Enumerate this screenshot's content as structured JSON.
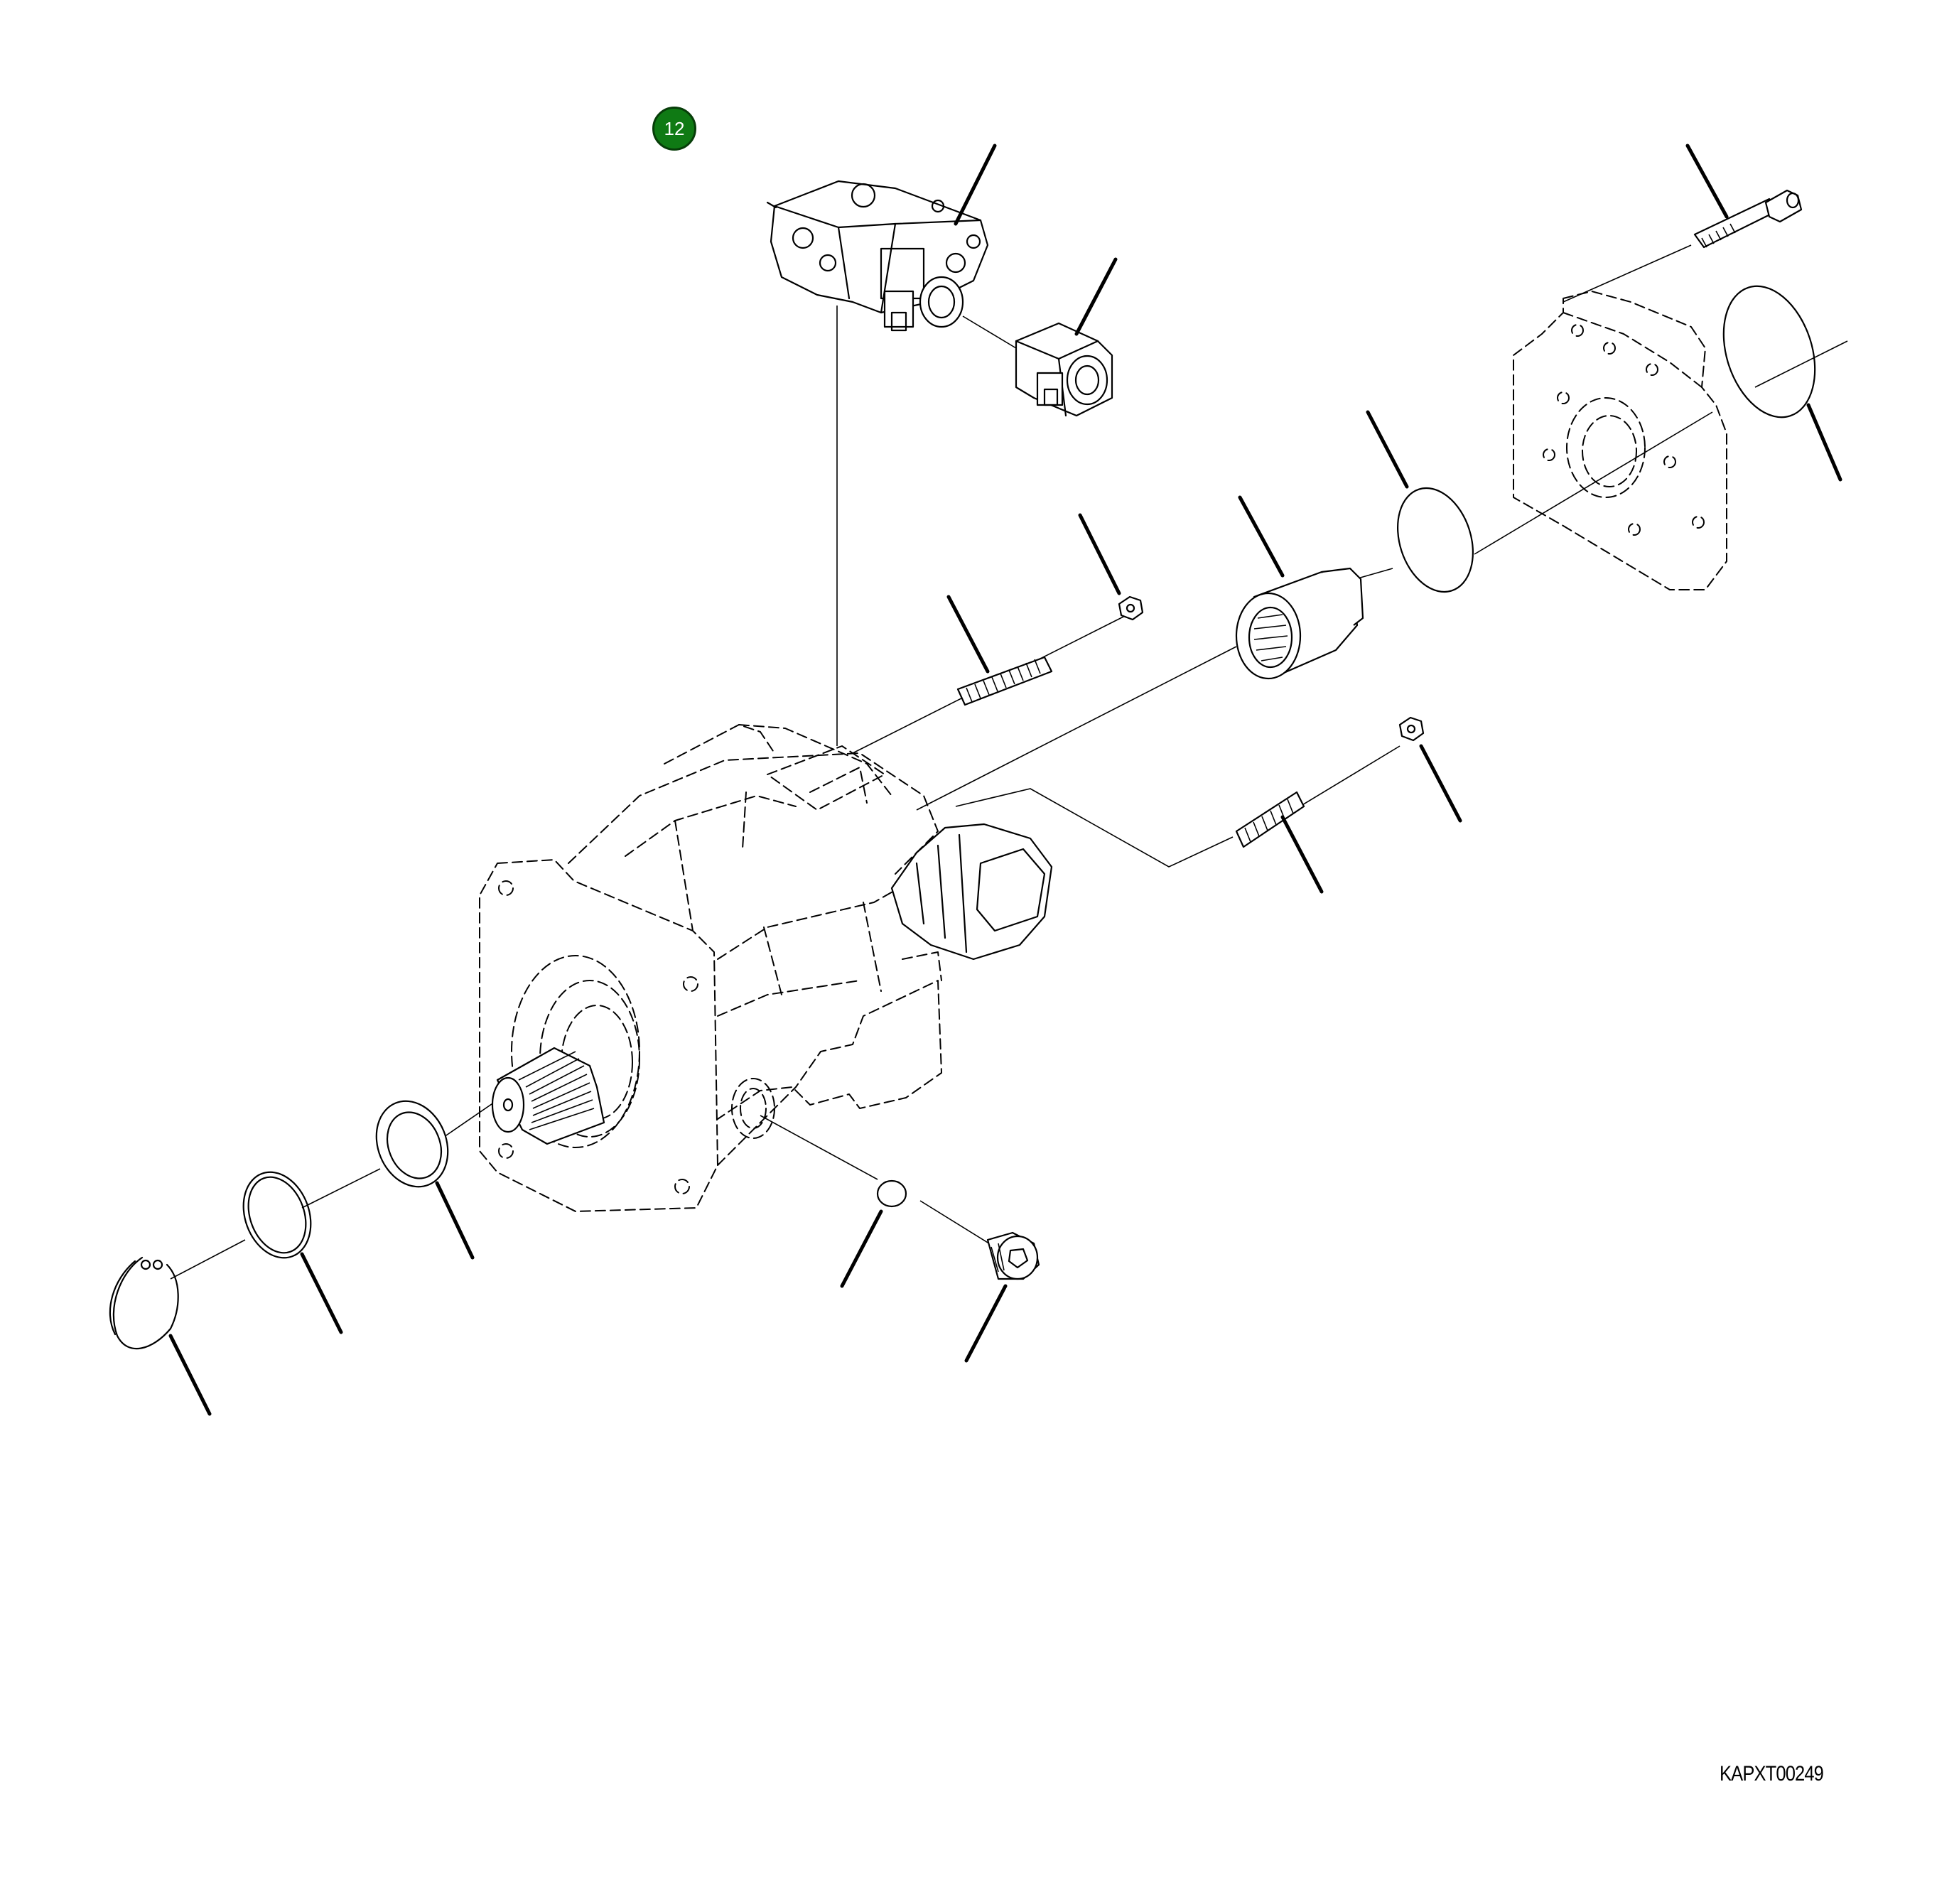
{
  "callout": {
    "number": "12",
    "color": "#0f7a14"
  },
  "drawing": {
    "code": "KAPXT00249"
  },
  "parts": [
    {
      "name": "control-valve-block"
    },
    {
      "name": "solenoid"
    },
    {
      "name": "cap-screw"
    },
    {
      "name": "cover-plate"
    },
    {
      "name": "o-ring-large"
    },
    {
      "name": "o-ring-small"
    },
    {
      "name": "bearing"
    },
    {
      "name": "nut-upper"
    },
    {
      "name": "stud-upper"
    },
    {
      "name": "nut-lower"
    },
    {
      "name": "stud-lower"
    },
    {
      "name": "snap-ring"
    },
    {
      "name": "shim-ring"
    },
    {
      "name": "shaft-seal"
    },
    {
      "name": "plug-o-ring"
    },
    {
      "name": "plug"
    }
  ]
}
